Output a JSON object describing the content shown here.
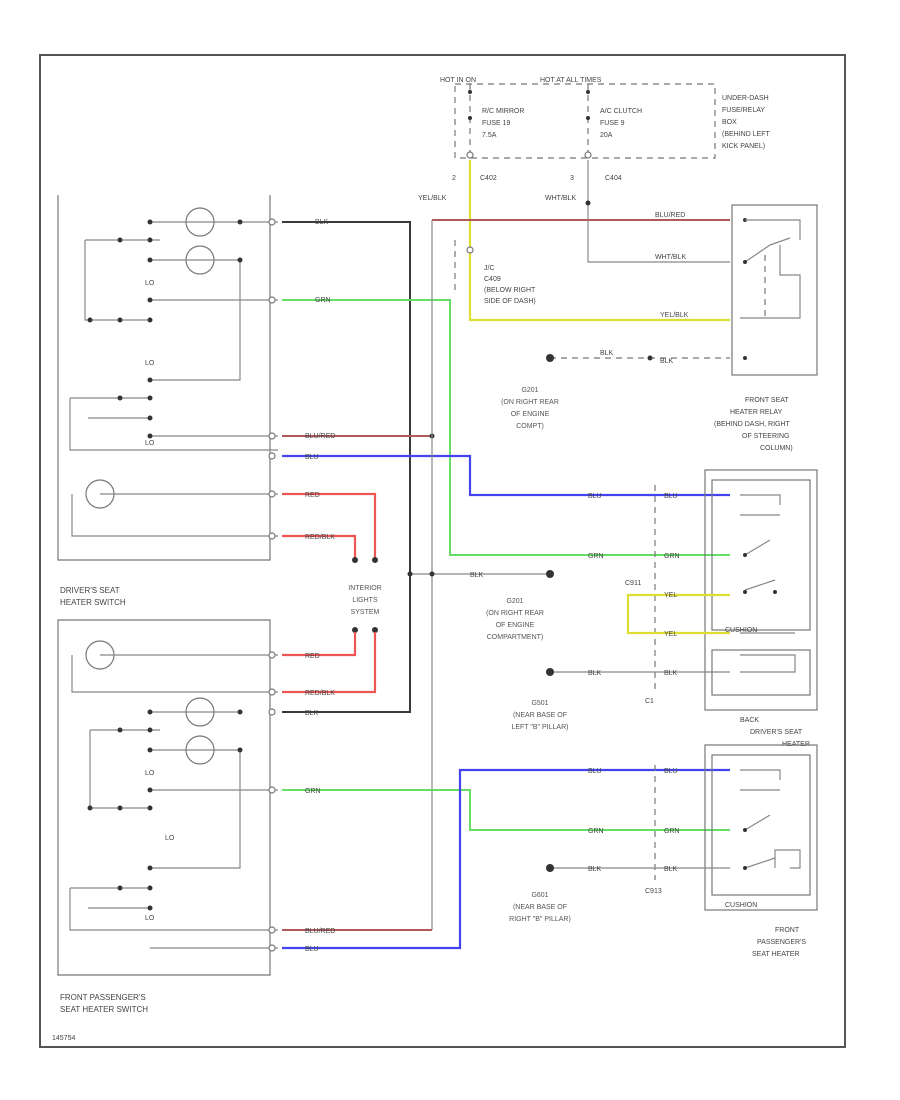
{
  "labels": {
    "hot_at_all_times": "HOT IN ON",
    "hot_in_run_start": "HOT AT ALL TIMES",
    "fuse_rc_mirror": "R/C MIRROR",
    "fuse_19": "FUSE 19",
    "fuse_19_amp": "7.5A",
    "fuse_ac_clutch": "A/C CLUTCH",
    "fuse_9": "FUSE 9",
    "fuse_9_amp": "20A",
    "underdash_1": "UNDER-DASH",
    "underdash_2": "FUSE/RELAY",
    "underdash_3": "BOX",
    "underdash_4": "(BEHIND LEFT",
    "underdash_5": "KICK PANEL)",
    "pin_2": "2",
    "pin_3": "3",
    "c402": "C402",
    "c404": "C404",
    "yel_blk": "YEL/BLK",
    "wht_blk": "WHT/BLK",
    "j_c": "J/C",
    "c409": "C409",
    "below_right": "(BELOW RIGHT",
    "side_of_dash": "SIDE OF DASH)",
    "g201_a": "G201",
    "g201_a_2": "(ON RIGHT REAR",
    "g201_a_3": "OF ENGINE",
    "g201_a_4": "COMPT)",
    "g201_b": "G201",
    "g201_b_2": "(ON RIGHT REAR",
    "g201_b_3": "OF ENGINE",
    "g201_b_4": "COMPARTMENT)",
    "g501": "G501",
    "g501_2": "(NEAR BASE OF",
    "g501_3": "LEFT \"B\" PILLAR)",
    "g601": "G601",
    "g601_2": "(NEAR BASE OF",
    "g601_3": "RIGHT \"B\" PILLAR)",
    "relay_1": "FRONT SEAT",
    "relay_2": "HEATER RELAY",
    "relay_3": "(BEHIND DASH, RIGHT",
    "relay_4": "OF STEERING",
    "relay_5": "COLUMN)",
    "drivers_heater_1": "DRIVER'S SEAT",
    "drivers_heater_2": "HEATER",
    "back": "BACK",
    "cushion_a": "CUSHION",
    "cushion_b": "CUSHION",
    "c911": "C911",
    "c1": "C1",
    "c913": "C913",
    "front_pass_heater_1": "FRONT",
    "front_pass_heater_2": "PASSENGER'S",
    "front_pass_heater_3": "SEAT HEATER",
    "drivers_switch_1": "DRIVER'S SEAT",
    "drivers_switch_2": "HEATER SWITCH",
    "pass_switch_1": "FRONT PASSENGER'S",
    "pass_switch_2": "SEAT HEATER SWITCH",
    "interior_1": "INTERIOR",
    "interior_2": "LIGHTS",
    "interior_3": "SYSTEM",
    "lo_1": "LO",
    "lo_2": "LO",
    "lo_3": "LO",
    "lo_4": "LO",
    "lo_5": "LO",
    "lo_6": "LO",
    "w_blk_1": "BLK",
    "w_grn_1": "GRN",
    "w_blured_1": "BLU/RED",
    "w_blu_1": "BLU",
    "w_red_1": "RED",
    "w_redblk_1": "RED/BLK",
    "w_red_2": "RED",
    "w_redblk_2": "RED/BLK",
    "w_blk_2": "BLK",
    "w_grn_2": "GRN",
    "w_blured_2": "BLU/RED",
    "w_blu_2": "BLU",
    "w_blured_r": "BLU/RED",
    "w_whtblk_r": "WHT/BLK",
    "w_yelblk_r": "YEL/BLK",
    "w_blk_r": "BLK",
    "w_blu_h1": "BLU",
    "w_blu_h1b": "BLU",
    "w_grn_h1": "GRN",
    "w_grn_h1b": "GRN",
    "w_blk_g": "BLK",
    "w_yel_1": "YEL",
    "w_yel_2": "YEL",
    "w_blk_h1": "BLK",
    "w_blk_h1b": "BLK",
    "w_blu_h2": "BLU",
    "w_blu_h2b": "BLU",
    "w_grn_h2": "GRN",
    "w_grn_h2b": "GRN",
    "w_blk_h2": "BLK",
    "w_blk_h2b": "BLK",
    "footer_code": "145754"
  }
}
